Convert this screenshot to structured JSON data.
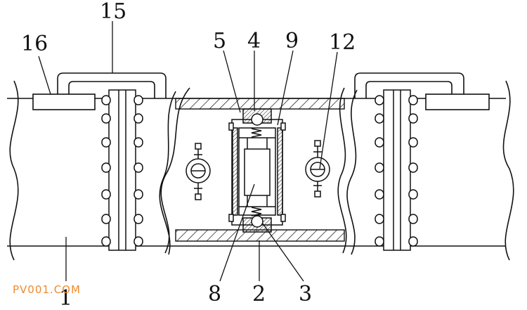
{
  "labels": {
    "l1": "1",
    "l2": "2",
    "l3": "3",
    "l4": "4",
    "l5": "5",
    "l8": "8",
    "l9": "9",
    "l12": "12",
    "l15": "15",
    "l16": "16"
  },
  "watermark": "PV001.COM",
  "colors": {
    "line": "#111111",
    "watermark": "#f08a2c"
  }
}
